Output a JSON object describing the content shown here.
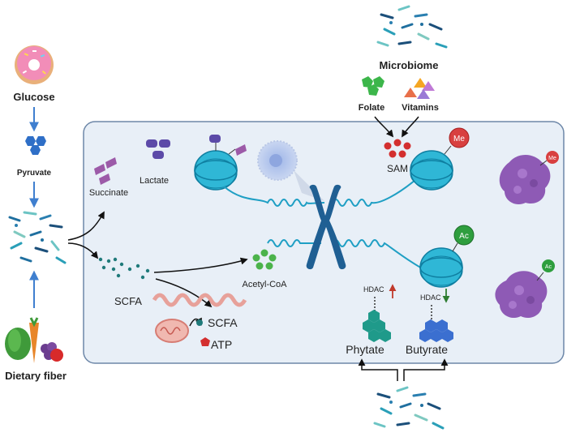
{
  "labels": {
    "glucose": "Glucose",
    "pyruvate": "Pyruvate",
    "dietary_fiber": "Dietary fiber",
    "microbiome": "Microbiome",
    "folate": "Folate",
    "vitamins": "Vitamins",
    "sam": "SAM",
    "succinate": "Succinate",
    "lactate": "Lactate",
    "scfa_left": "SCFA",
    "scfa_mito": "SCFA",
    "atp": "ATP",
    "acetyl_coa": "Acetyl-CoA",
    "phytate": "Phytate",
    "butyrate": "Butyrate",
    "hdac_left": "HDAC",
    "hdac_right": "HDAC",
    "me_badge": "Me",
    "ac_badge": "Ac",
    "me_small": "Me",
    "ac_small": "Ac"
  },
  "colors": {
    "cell_fill": "#e8eff7",
    "cell_border": "#6d87a8",
    "arrow_blue": "#3f7fcf",
    "nucleosome": "#2fb7d6",
    "dna": "#1f9fc4",
    "chromosome": "#1f5f93",
    "folate": "#3cb64a",
    "sam": "#d32f2f",
    "succinate": "#9c5aa8",
    "lactate": "#5c4aa8",
    "scfa_dots": "#1f7a7a",
    "acetyl": "#4bb34b",
    "me_badge": "#d84040",
    "ac_badge": "#2e9e3e",
    "phytate": "#1f9a8a",
    "butyrate": "#3b6fd0",
    "protein": "#8e5ab5",
    "hdac_up": "#c0392b",
    "hdac_down": "#2e7d32"
  }
}
